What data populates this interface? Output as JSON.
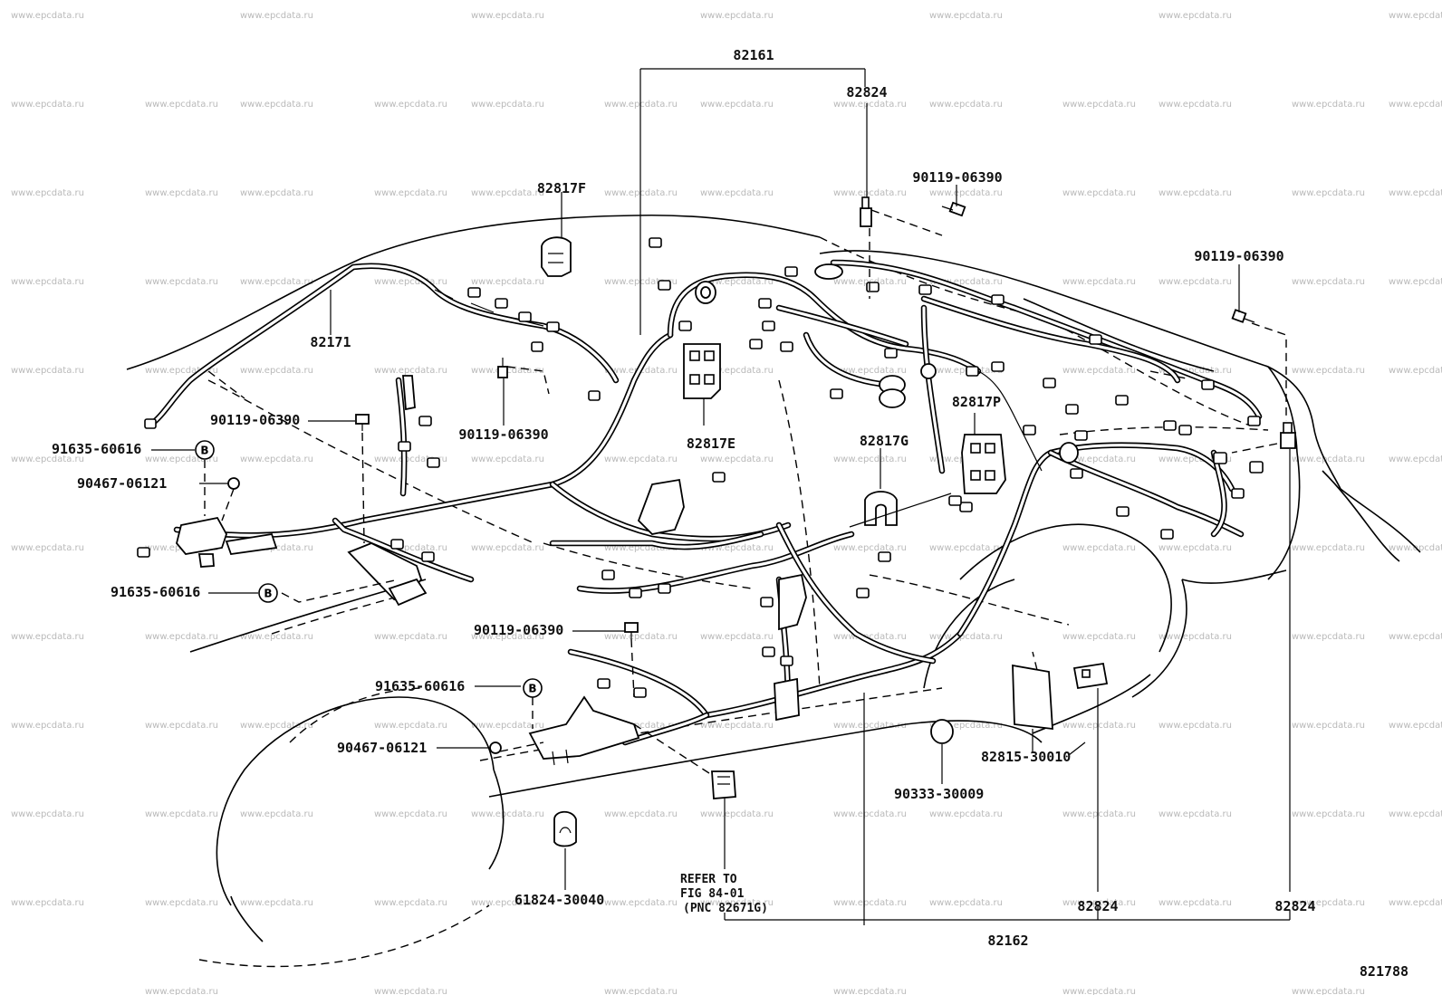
{
  "watermark_text": "www.epcdata.ru",
  "labels": {
    "p82161": "82161",
    "p82824_top": "82824",
    "p82817F": "82817F",
    "p90119_top": "90119-06390",
    "p90119_right": "90119-06390",
    "p82171": "82171",
    "p90119_left": "90119-06390",
    "p90119_mid": "90119-06390",
    "p82817E": "82817E",
    "p82817P": "82817P",
    "p82817G": "82817G",
    "p91635_a": "91635-60616",
    "p90467_a": "90467-06121",
    "p91635_b": "91635-60616",
    "p90119_low": "90119-06390",
    "p91635_c": "91635-60616",
    "p90467_b": "90467-06121",
    "p82815": "82815-30010",
    "p90333": "90333-30009",
    "p61824": "61824-30040",
    "refer_1": "REFER TO",
    "refer_2": "FIG 84-01",
    "refer_3": "(PNC 82671G)",
    "p82824_bl": "82824",
    "p82824_br": "82824",
    "p82162": "82162",
    "fig_number": "821788"
  },
  "b_marker": "B"
}
